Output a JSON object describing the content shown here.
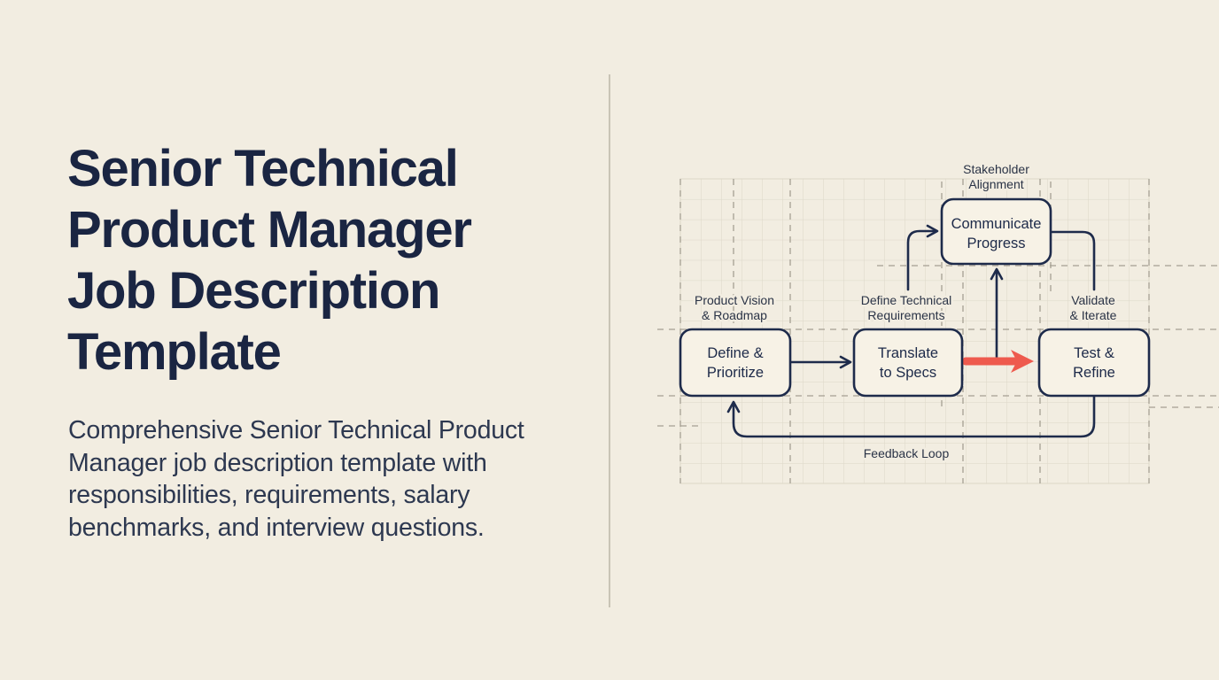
{
  "page": {
    "background_color": "#f2ede1",
    "accent_navy": "#1e2b4b",
    "accent_red": "#ee5a4e"
  },
  "hero": {
    "title_lines": [
      "Senior Technical",
      "Product Manager",
      "Job Description",
      "Template"
    ],
    "subtitle": "Comprehensive Senior Technical Product Manager job description template with responsibilities, requirements, salary benchmarks, and interview questions."
  },
  "diagram": {
    "nodes": [
      {
        "id": "communicate-progress",
        "lines": [
          "Communicate",
          "Progress"
        ]
      },
      {
        "id": "define-prioritize",
        "lines": [
          "Define &",
          "Prioritize"
        ]
      },
      {
        "id": "translate-to-specs",
        "lines": [
          "Translate",
          "to Specs"
        ]
      },
      {
        "id": "test-refine",
        "lines": [
          "Test &",
          "Refine"
        ]
      }
    ],
    "labels": [
      {
        "id": "stakeholder-alignment",
        "lines": [
          "Stakeholder",
          "Alignment"
        ]
      },
      {
        "id": "product-vision",
        "lines": [
          "Product Vision",
          "& Roadmap"
        ]
      },
      {
        "id": "define-technical",
        "lines": [
          "Define Technical",
          "Requirements"
        ]
      },
      {
        "id": "validate-iterate",
        "lines": [
          "Validate",
          "& Iterate"
        ]
      },
      {
        "id": "feedback-loop",
        "lines": [
          "Feedback Loop"
        ]
      }
    ]
  }
}
